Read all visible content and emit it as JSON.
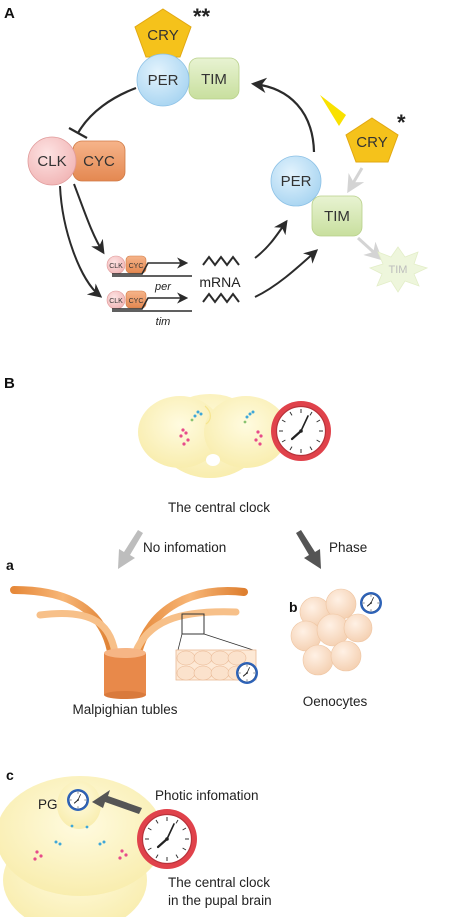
{
  "panel_a": {
    "label": "A",
    "cry_top": "CRY",
    "cry_top_mark": "**",
    "per_top": "PER",
    "tim_top": "TIM",
    "clk": "CLK",
    "cyc": "CYC",
    "per_right": "PER",
    "tim_right": "TIM",
    "cry_right": "CRY",
    "cry_right_mark": "*",
    "tim_degraded": "TIM",
    "gene1_clk": "CLK",
    "gene1_cyc": "CYC",
    "gene1_name": "per",
    "gene2_clk": "CLK",
    "gene2_cyc": "CYC",
    "gene2_name": "tim",
    "mrna": "mRNA"
  },
  "panel_b": {
    "label": "B",
    "central_clock": "The central clock",
    "arrow_left": "No infomation",
    "arrow_right": "Phase",
    "sub_a": "a",
    "malpighian": "Malpighian tubles",
    "sub_b": "b",
    "oenocytes": "Oenocytes",
    "sub_c": "c",
    "pg": "PG",
    "photic": "Photic infomation",
    "pupal_line1": "The central clock",
    "pupal_line2": "in the pupal brain"
  },
  "colors": {
    "cry": "#f5c21b",
    "per": "#b7def5",
    "tim": "#d6e9b4",
    "clk": "#f5c9c9",
    "cyc": "#ef9d6a",
    "brain": "#fbf1b8",
    "clock_rim": "#e0424b",
    "tubule": "#f09a3e",
    "oenocyte": "#f9dcc4"
  }
}
